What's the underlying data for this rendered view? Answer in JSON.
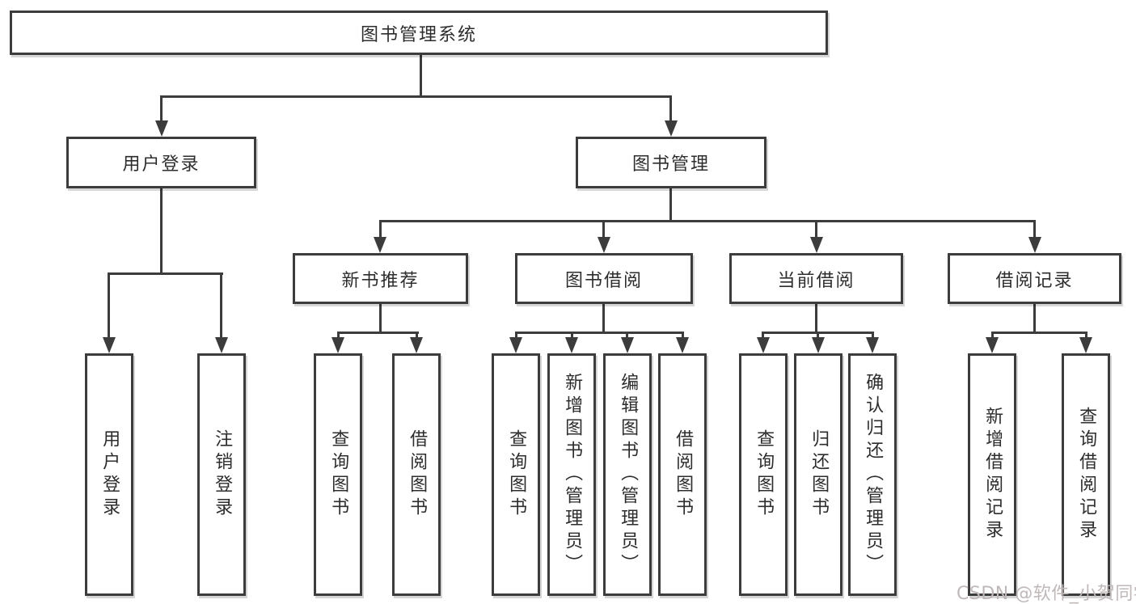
{
  "tree": {
    "root": {
      "label": "图书管理系统"
    },
    "branches": [
      {
        "label": "用户登录",
        "children": [
          "用户登录",
          "注销登录"
        ]
      },
      {
        "label": "图书管理",
        "children": [
          {
            "label": "新书推荐",
            "children": [
              "查询图书",
              "借阅图书"
            ]
          },
          {
            "label": "图书借阅",
            "children": [
              "查询图书",
              "新增图书（管理员）",
              "编辑图书（管理员）",
              "借阅图书"
            ]
          },
          {
            "label": "当前借阅",
            "children": [
              "查询图书",
              "归还图书",
              "确认归还（管理员）"
            ]
          },
          {
            "label": "借阅记录",
            "children": [
              "新增借阅记录",
              "查询借阅记录"
            ]
          }
        ]
      }
    ]
  },
  "watermark": {
    "text": "CSDN @软件_小贺同学"
  },
  "colors": {
    "line": "#3c3c3c",
    "text": "#2d2d2d",
    "background": "#ffffff",
    "watermark": "#c0b8b8"
  }
}
